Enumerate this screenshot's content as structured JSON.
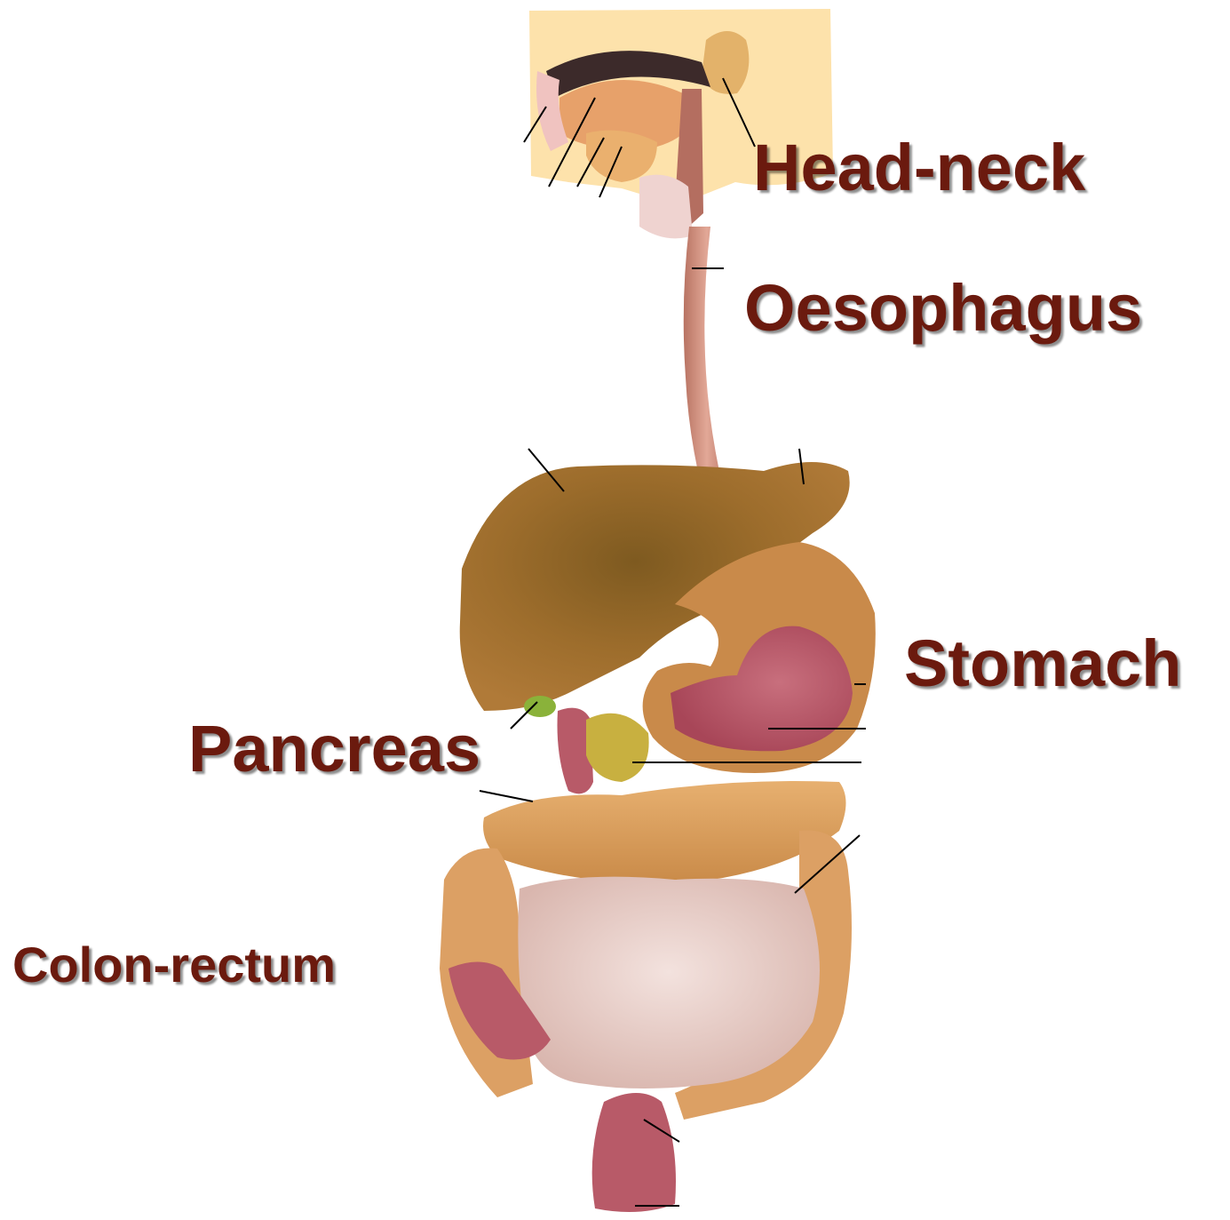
{
  "labels": {
    "head_neck": "Head-neck",
    "oesophagus": "Oesophagus",
    "stomach": "Stomach",
    "pancreas": "Pancreas",
    "colon_rectum": "Colon-rectum"
  },
  "colors": {
    "label_text": "#6b1a0e",
    "liver": "#9a6a2a",
    "stomach_outer": "#c98a4a",
    "stomach_inner": "#b8566a",
    "oesophagus": "#cf8f7e",
    "large_intestine": "#dca064",
    "small_intestine": "#e7cfc9",
    "head_background": "#fde2ab",
    "pancreas": "#c8b040",
    "rectum": "#b85a68"
  }
}
